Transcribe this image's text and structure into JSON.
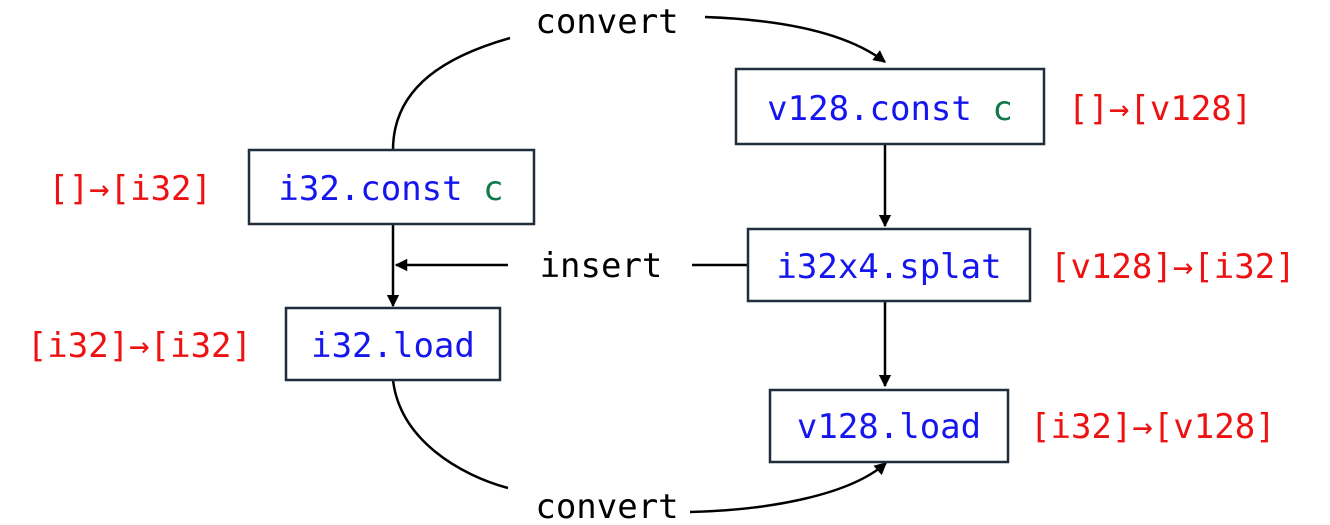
{
  "colors": {
    "instruction": "#1515ee",
    "constant": "#107a4a",
    "type_signature": "#ee1111",
    "label": "#000000",
    "box_border": "#1f2d3d"
  },
  "nodes": {
    "i32_const": {
      "op": "i32.const",
      "arg": "c",
      "signature": "[]→[i32]"
    },
    "i32_load": {
      "op": "i32.load",
      "signature": "[i32]→[i32]"
    },
    "v128_const": {
      "op": "v128.const",
      "arg": "c",
      "signature": "[]→[v128]"
    },
    "i32x4_splat": {
      "op": "i32x4.splat",
      "signature": "[v128]→[i32]"
    },
    "v128_load": {
      "op": "v128.load",
      "signature": "[i32]→[v128]"
    }
  },
  "edge_labels": {
    "convert_top": "convert",
    "insert": "insert",
    "convert_bottom": "convert"
  }
}
